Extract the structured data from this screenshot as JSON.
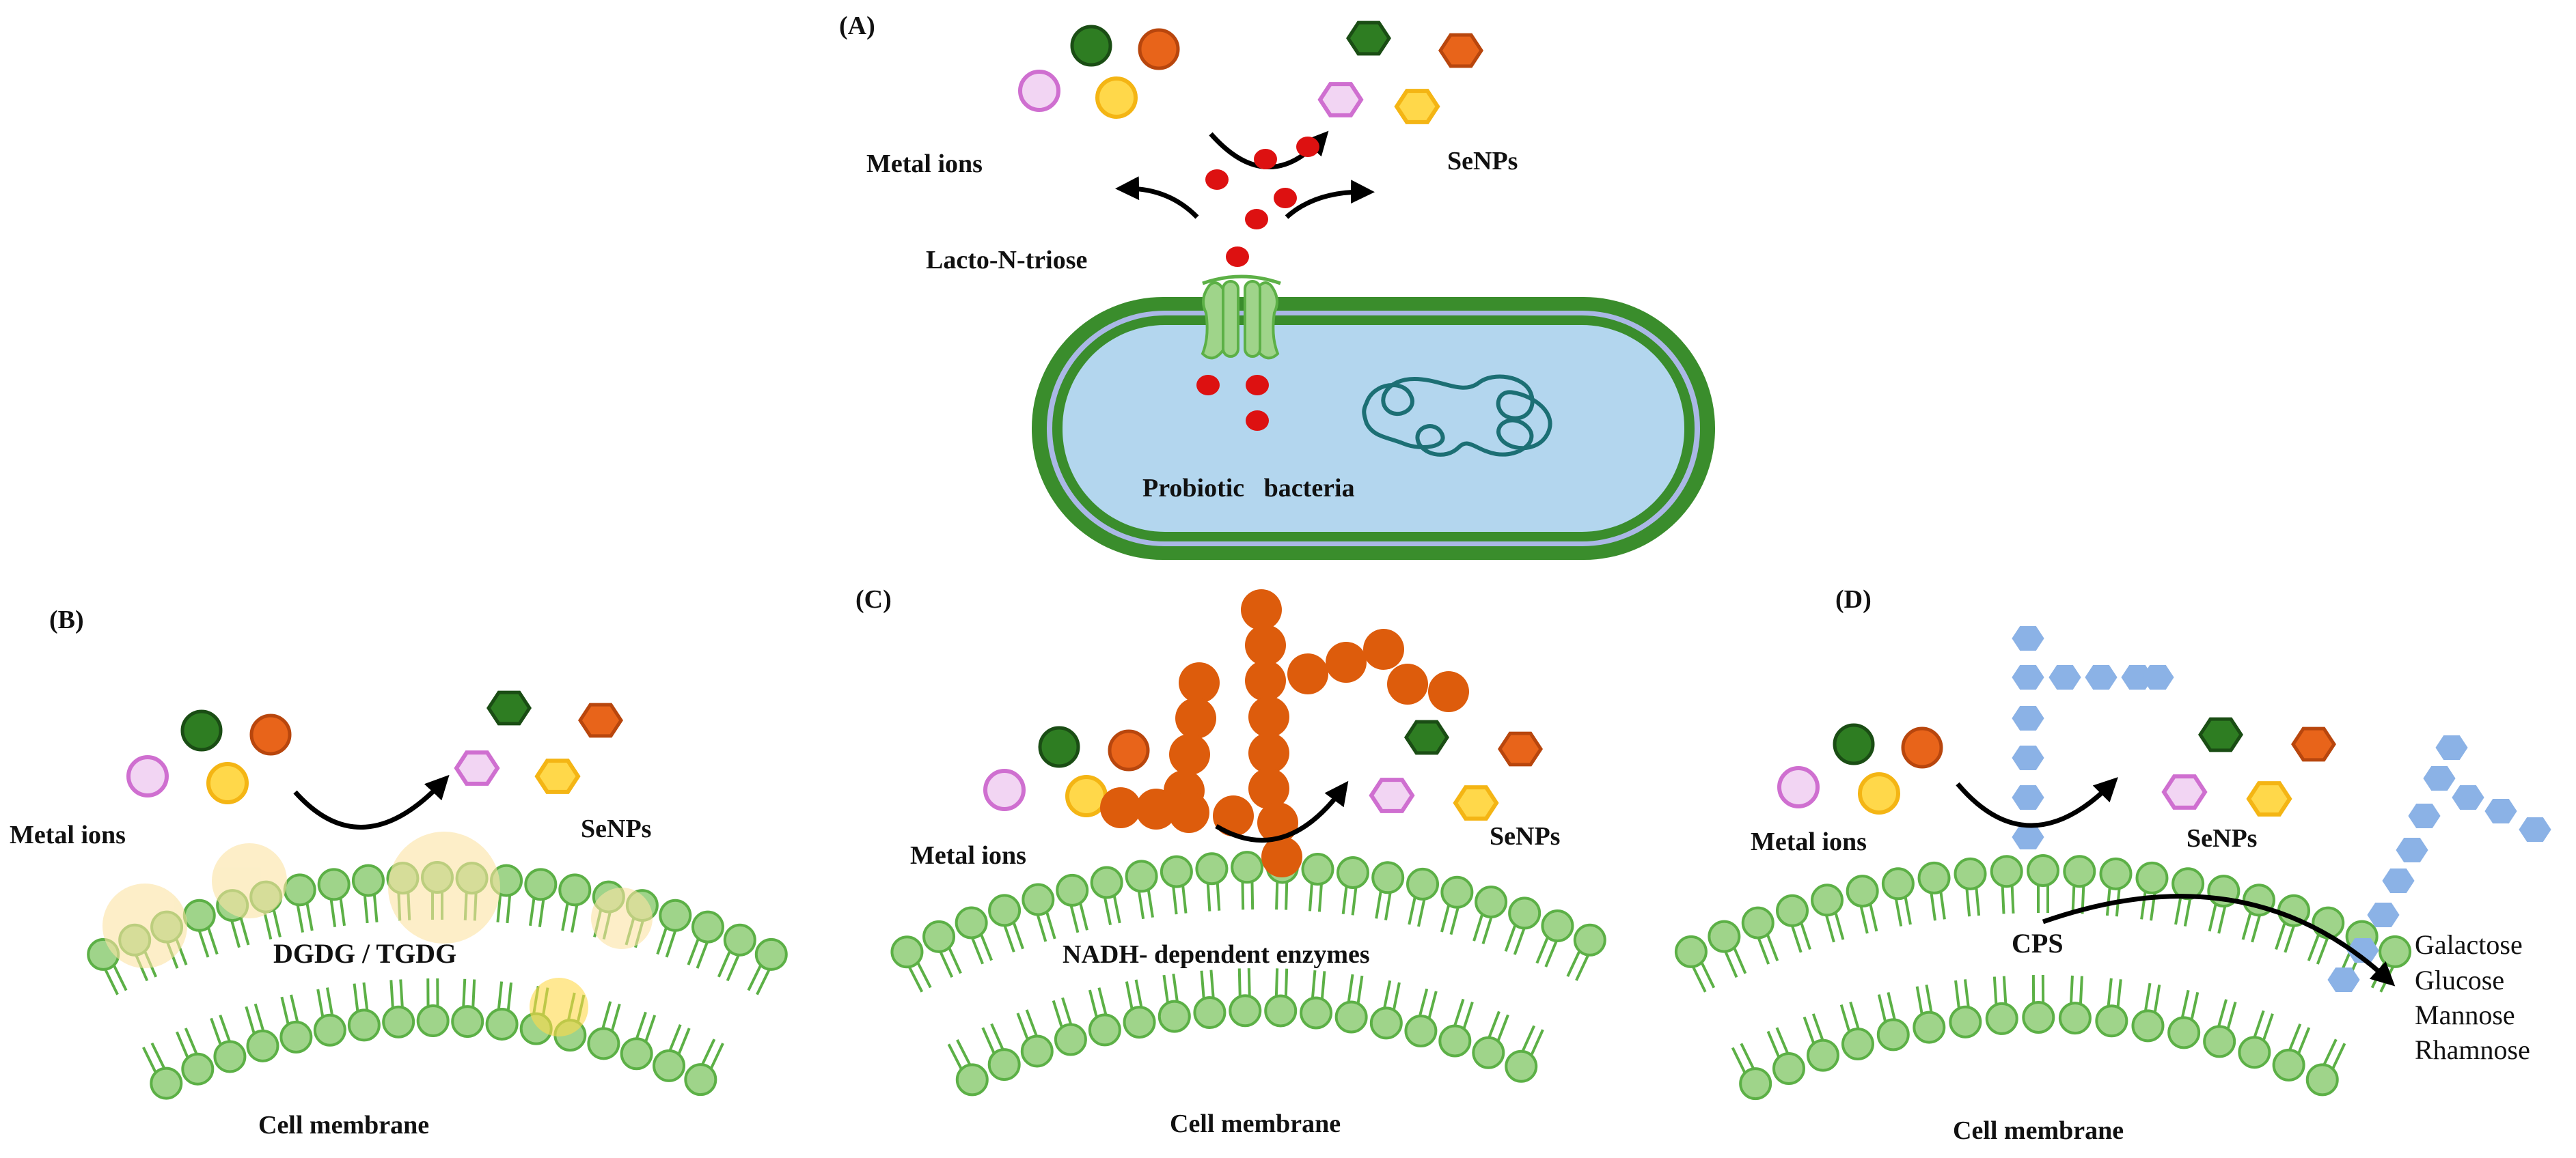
{
  "colors": {
    "dark_green": "#2e7d22",
    "orange": "#e8641a",
    "pink": "#cf6fd0",
    "pink_fill": "#f2d5f3",
    "yellow": "#f4b514",
    "yellow_fill": "#ffd84a",
    "lipid_head": "#9fd48a",
    "lipid_stroke": "#5cb046",
    "bacteria_wall": "#3a8d2c",
    "bacteria_inner": "#b3d6ee",
    "bacteria_ring": "#aab8e6",
    "dna": "#1c6f74",
    "lnt_red": "#dd1111",
    "chain_orange": "#dd5c0c",
    "cps_blue": "#8bb2e6",
    "halo": "#fbe3a3"
  },
  "panelA": {
    "label": "(A)",
    "metal_ions": "Metal ions",
    "senps": "SeNPs",
    "lnt": "Lacto-N-triose",
    "bacteria": "Probiotic   bacteria"
  },
  "panelB": {
    "label": "(B)",
    "metal_ions": "Metal ions",
    "senps": "SeNPs",
    "lipid": "DGDG / TGDG",
    "membrane": "Cell membrane"
  },
  "panelC": {
    "label": "(C)",
    "metal_ions": "Metal ions",
    "senps": "SeNPs",
    "enzymes": "NADH- dependent enzymes",
    "membrane": "Cell membrane"
  },
  "panelD": {
    "label": "(D)",
    "metal_ions": "Metal ions",
    "senps": "SeNPs",
    "cps": "CPS",
    "sugars": [
      "Galactose",
      "Glucose",
      "Mannose",
      "Rhamnose"
    ],
    "membrane": "Cell membrane"
  }
}
